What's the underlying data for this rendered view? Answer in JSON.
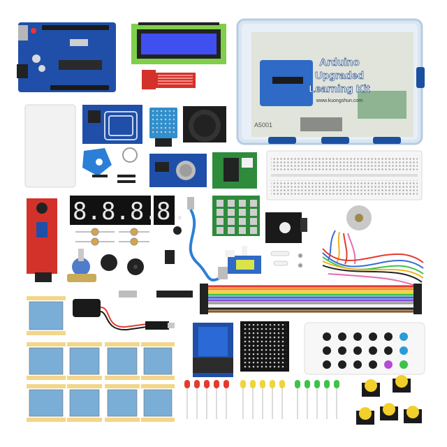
{
  "colors": {
    "pcb_blue": "#1f4fa8",
    "pcb_dark": "#123a80",
    "pcb_red": "#d3322b",
    "pcb_green": "#2e8b3c",
    "lcd_screen": "#3f4ff0",
    "lcd_frame": "#7fcf4a",
    "box_tint": "#d8e6f2",
    "box_lid": "#4f86c6",
    "yellow": "#f2cf2a",
    "led_red": "#e53a2c",
    "led_yellow": "#f0d43a",
    "led_green": "#3ec24a"
  },
  "storage_box": {
    "title_line_1": "Arduino",
    "title_line_2": "Upgraded",
    "title_line_3": "Learning Kit",
    "website": "www.kuongshun.com",
    "model": "A5001"
  },
  "components": [
    {
      "name": "Arduino board",
      "icon": "uno-board"
    },
    {
      "name": "LCD 16x2 display",
      "icon": "lcd-module"
    },
    {
      "name": "Water level sensor",
      "icon": "sensor-board"
    },
    {
      "name": "RFID card",
      "icon": "rfid-card"
    },
    {
      "name": "RFID reader module",
      "icon": "rfid-module"
    },
    {
      "name": "RFID key fob",
      "icon": "key-fob"
    },
    {
      "name": "DHT11 temperature sensor",
      "icon": "dht-sensor"
    },
    {
      "name": "Joystick module",
      "icon": "joystick"
    },
    {
      "name": "RTC clock module",
      "icon": "rtc-module"
    },
    {
      "name": "Stepper driver board",
      "icon": "driver-board"
    },
    {
      "name": "Breadboard",
      "icon": "breadboard"
    },
    {
      "name": "4-digit 7-segment display",
      "icon": "seven-segment"
    },
    {
      "name": "1-digit 7-segment display",
      "icon": "seven-segment"
    },
    {
      "name": "Sound sensor module",
      "icon": "mic-module"
    },
    {
      "name": "Keypad 4x4",
      "icon": "keypad"
    },
    {
      "name": "RGB LED module",
      "icon": "rgb-module"
    },
    {
      "name": "Stepper motor",
      "icon": "motor"
    },
    {
      "name": "Jumper wires",
      "icon": "wires"
    },
    {
      "name": "USB cable",
      "icon": "usb-cable"
    },
    {
      "name": "Potentiometer",
      "icon": "potentiometer"
    },
    {
      "name": "Buzzers",
      "icon": "buzzer"
    },
    {
      "name": "Servo motor",
      "icon": "servo"
    },
    {
      "name": "Relay module",
      "icon": "relay"
    },
    {
      "name": "8x8 LED matrix",
      "icon": "led-matrix"
    },
    {
      "name": "IR remote",
      "icon": "remote"
    },
    {
      "name": "9V battery clip",
      "icon": "battery-clip"
    },
    {
      "name": "Resistors",
      "icon": "resistor"
    },
    {
      "name": "LEDs",
      "icon": "led"
    },
    {
      "name": "Push buttons",
      "icon": "button"
    }
  ]
}
